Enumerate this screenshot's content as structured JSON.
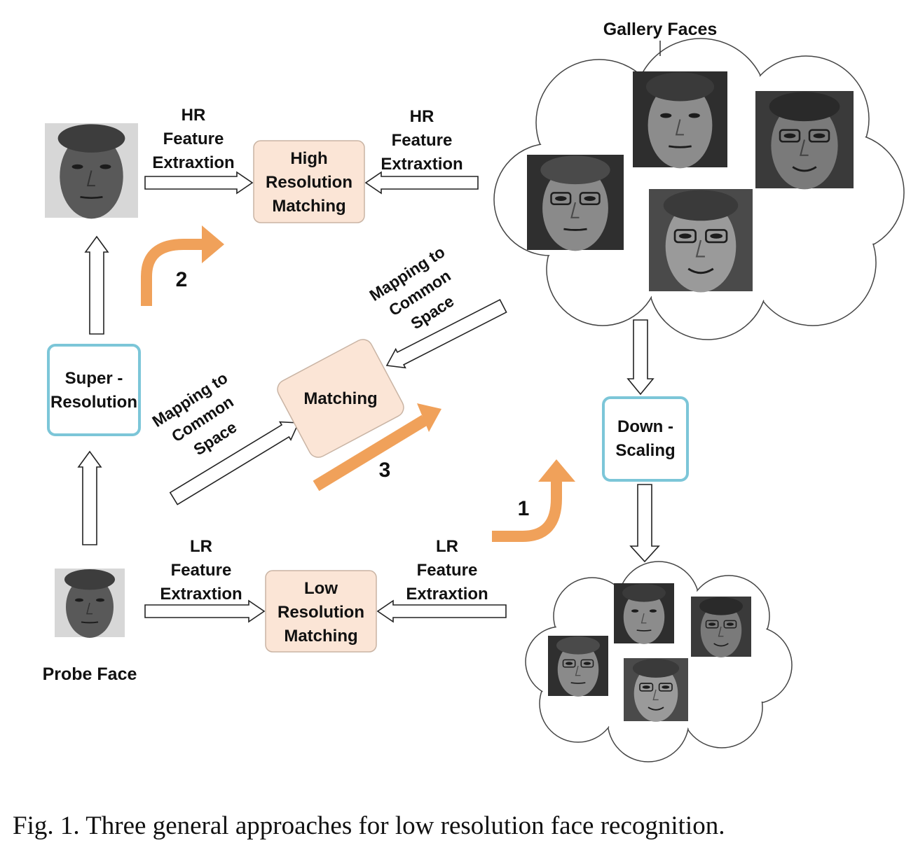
{
  "colors": {
    "process_fill": "#fbe5d6",
    "process_stroke": "#c9b4a4",
    "op_stroke": "#7cc6d8",
    "route_arrow": "#f0a15a",
    "outline": "#222222"
  },
  "labels": {
    "gallery_faces": "Gallery Faces",
    "probe_face": "Probe Face",
    "hr_left": [
      "HR",
      "Feature",
      "Extraxtion"
    ],
    "hr_right": [
      "HR",
      "Feature",
      "Extraxtion"
    ],
    "lr_left": [
      "LR",
      "Feature",
      "Extraxtion"
    ],
    "lr_right": [
      "LR",
      "Feature",
      "Extraxtion"
    ],
    "high_res_matching": [
      "High",
      "Resolution",
      "Matching"
    ],
    "low_res_matching": [
      "Low",
      "Resolution",
      "Matching"
    ],
    "matching": "Matching",
    "super_resolution": [
      "Super -",
      "Resolution"
    ],
    "down_scaling": [
      "Down -",
      "Scaling"
    ],
    "mapping_left": [
      "Mapping to",
      "Common",
      "Space"
    ],
    "mapping_right": [
      "Mapping to",
      "Common",
      "Space"
    ],
    "route_1": "1",
    "route_2": "2",
    "route_3": "3"
  },
  "caption": "Fig. 1.  Three general approaches for low resolution face recognition."
}
